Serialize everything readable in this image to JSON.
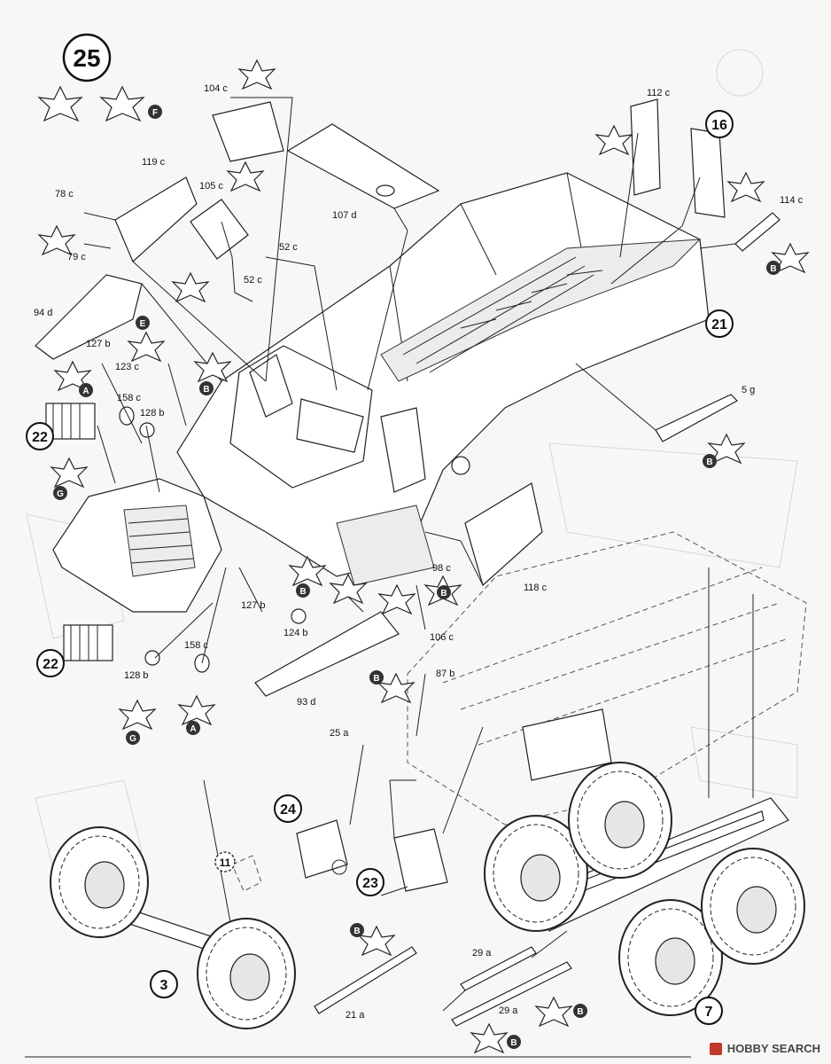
{
  "steps": [
    {
      "number": "25"
    },
    {
      "number": "16"
    },
    {
      "number": "21"
    },
    {
      "number": "22"
    },
    {
      "number": "22"
    },
    {
      "number": "24"
    },
    {
      "number": "23"
    },
    {
      "number": "11"
    },
    {
      "number": "3"
    },
    {
      "number": "7"
    }
  ],
  "part_labels": [
    "104 c",
    "112 c",
    "119 c",
    "105 c",
    "78 c",
    "79 c",
    "107 d",
    "52 c",
    "52 c",
    "114 c",
    "94 d",
    "127 b",
    "123 c",
    "5 g",
    "158 c",
    "128 b",
    "98 c",
    "118 c",
    "127 b",
    "124 b",
    "106 c",
    "158 c",
    "128 b",
    "93 d",
    "87 b",
    "25 a",
    "29 a",
    "29 a",
    "21 a"
  ],
  "glue_letters": [
    "F",
    "B",
    "E",
    "A",
    "B",
    "G",
    "B",
    "B",
    "B",
    "A",
    "G",
    "B",
    "B",
    "B",
    "B"
  ],
  "watermark": {
    "text": "HOBBY SEARCH"
  }
}
